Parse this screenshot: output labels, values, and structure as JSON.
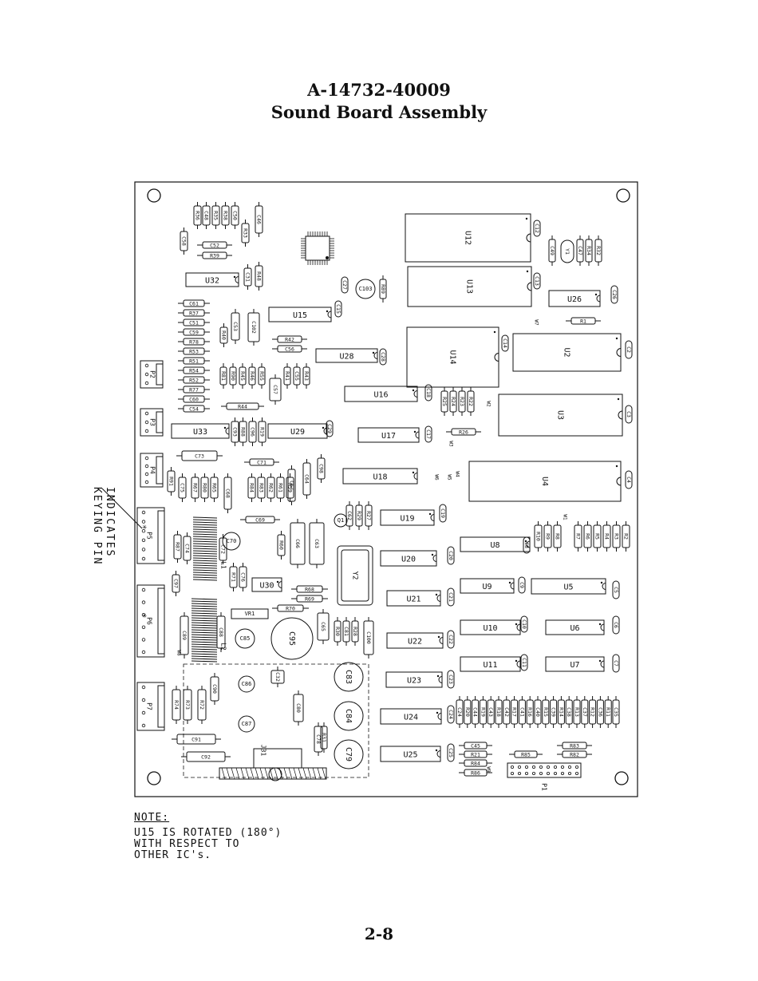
{
  "header": {
    "part_number": "A-14732-40009",
    "title": "Sound Board Assembly"
  },
  "page_number": "2-8",
  "note": {
    "heading": "NOTE:",
    "lines": [
      "U15 IS ROTATED (180°)",
      "WITH RESPECT TO",
      "OTHER IC's."
    ]
  },
  "callout": {
    "line1": "INDICATES",
    "line2": "KEYING PIN"
  },
  "ics": [
    {
      "ref": "U12",
      "orient": "v"
    },
    {
      "ref": "U13",
      "orient": "v"
    },
    {
      "ref": "U14",
      "orient": "v"
    },
    {
      "ref": "U2",
      "orient": "v"
    },
    {
      "ref": "U3",
      "orient": "v"
    },
    {
      "ref": "U4",
      "orient": "v"
    },
    {
      "ref": "U26",
      "orient": "h"
    },
    {
      "ref": "U32",
      "orient": "h"
    },
    {
      "ref": "U15",
      "orient": "h"
    },
    {
      "ref": "U28",
      "orient": "h"
    },
    {
      "ref": "U16",
      "orient": "h"
    },
    {
      "ref": "U17",
      "orient": "h"
    },
    {
      "ref": "U18",
      "orient": "h"
    },
    {
      "ref": "U33",
      "orient": "h"
    },
    {
      "ref": "U29",
      "orient": "h"
    },
    {
      "ref": "U19",
      "orient": "h"
    },
    {
      "ref": "U20",
      "orient": "h"
    },
    {
      "ref": "U21",
      "orient": "h"
    },
    {
      "ref": "U22",
      "orient": "h"
    },
    {
      "ref": "U23",
      "orient": "h"
    },
    {
      "ref": "U24",
      "orient": "h"
    },
    {
      "ref": "U25",
      "orient": "h"
    },
    {
      "ref": "U8",
      "orient": "h"
    },
    {
      "ref": "U9",
      "orient": "h"
    },
    {
      "ref": "U5",
      "orient": "h"
    },
    {
      "ref": "U10",
      "orient": "h"
    },
    {
      "ref": "U6",
      "orient": "h"
    },
    {
      "ref": "U11",
      "orient": "h"
    },
    {
      "ref": "U7",
      "orient": "h"
    },
    {
      "ref": "U30",
      "orient": "h"
    }
  ],
  "connectors": [
    "P2",
    "P3",
    "P4",
    "P5",
    "P6",
    "P7",
    "P1",
    "J31"
  ],
  "misc_parts": [
    "Y1",
    "Y2",
    "L1",
    "L2",
    "VR1",
    "W1",
    "W2",
    "W3",
    "W4",
    "W5",
    "W6",
    "W7",
    "W8",
    "W9"
  ],
  "left_resistor_stack": [
    "C61",
    "R37",
    "C51",
    "C59",
    "R78",
    "R53",
    "R51",
    "R54",
    "R52",
    "R77",
    "C60",
    "C54"
  ],
  "horizontal_parts": [
    "C52",
    "R39",
    "R42",
    "C56",
    "R44",
    "R26",
    "R1",
    "C73",
    "C71",
    "C69",
    "R68",
    "R69",
    "R70",
    "C91",
    "C92",
    "C45",
    "R21",
    "R84",
    "R86",
    "R85",
    "R83",
    "R82"
  ],
  "vertical_parts": {
    "top_cluster": [
      "R36",
      "C48",
      "R35",
      "R38",
      "C50",
      "C46",
      "R33",
      "C58"
    ],
    "mid_cluster": [
      "C53",
      "C102",
      "R40",
      "R81",
      "R90",
      "R45",
      "R46",
      "R55",
      "C57",
      "R41",
      "C55",
      "R43"
    ],
    "low_cluster": [
      "C93",
      "R88",
      "C96",
      "R19",
      "R91",
      "C75",
      "R67",
      "R80",
      "R65",
      "C68",
      "R84",
      "R83",
      "R62",
      "R61",
      "R59",
      "C67",
      "C64",
      "C98"
    ],
    "u_caps": [
      "C12",
      "C13",
      "C14",
      "C15",
      "C28",
      "C18",
      "C17",
      "C19",
      "C20",
      "C21",
      "C22",
      "C23",
      "C24",
      "C25",
      "C8",
      "C9",
      "C10",
      "C11",
      "C5",
      "C6",
      "C7",
      "C2",
      "C3",
      "C4",
      "C26",
      "C27",
      "C29"
    ],
    "res_group_a": [
      "R25",
      "R24",
      "R23",
      "R22"
    ],
    "res_group_b": [
      "R10",
      "R9",
      "R8",
      "R7",
      "R6",
      "R5",
      "R4",
      "R3",
      "R2"
    ],
    "bottom_row": [
      "C24",
      "R20",
      "C44",
      "R19",
      "C43",
      "R18",
      "C42",
      "R17",
      "C41",
      "R16",
      "C40",
      "R15",
      "C39",
      "R14",
      "C38",
      "R13",
      "C37",
      "R12",
      "C36",
      "R11",
      "C35"
    ],
    "osc_group": [
      "C49",
      "C47",
      "R34",
      "R32"
    ],
    "misc": [
      "R48",
      "C31",
      "R89",
      "C103",
      "C62",
      "R29",
      "R27",
      "Q1",
      "R60",
      "C66",
      "C63",
      "R87",
      "C74",
      "C72",
      "R71",
      "C76",
      "C70",
      "C97",
      "C89",
      "C88",
      "C85",
      "C95",
      "C65",
      "R30",
      "C81",
      "R28",
      "C100",
      "C86",
      "C87",
      "C90",
      "R74",
      "R73",
      "R72",
      "C32",
      "C80",
      "C78",
      "R31",
      "C83",
      "C84",
      "C79"
    ]
  }
}
